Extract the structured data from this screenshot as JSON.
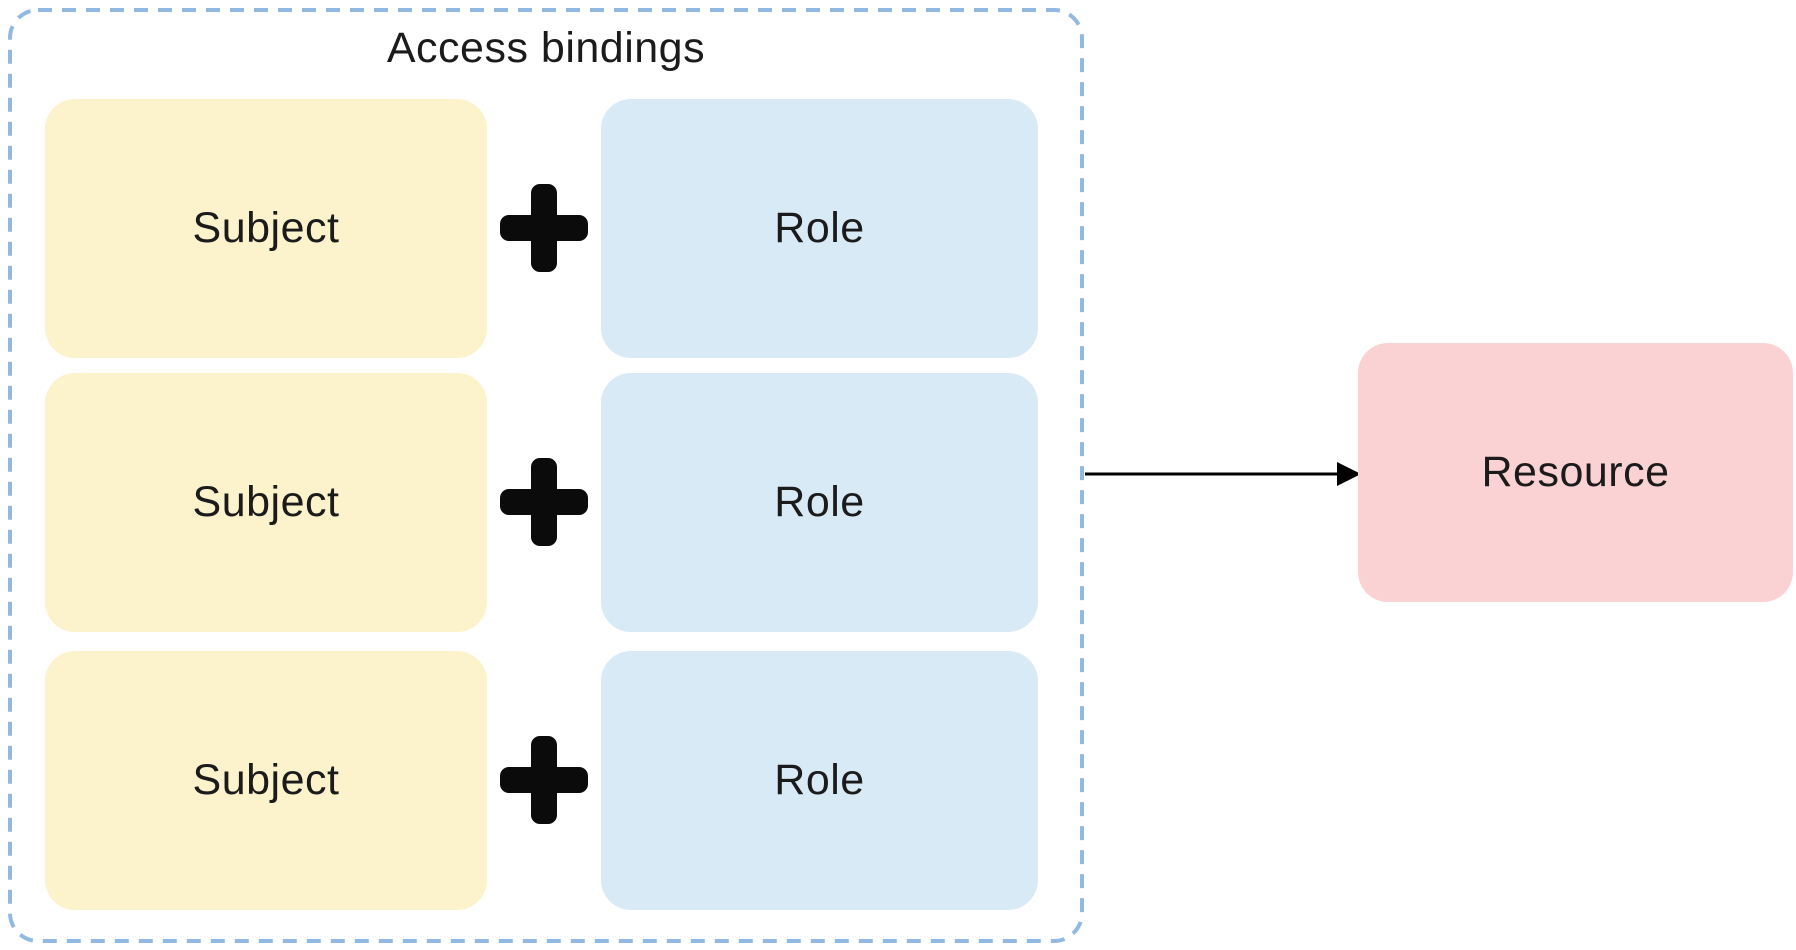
{
  "diagram": {
    "container": {
      "title": "Access bindings",
      "border_color": "#92B9E2"
    },
    "bindings": [
      {
        "subject": "Subject",
        "operator_icon": "plus-icon",
        "role": "Role"
      },
      {
        "subject": "Subject",
        "operator_icon": "plus-icon",
        "role": "Role"
      },
      {
        "subject": "Subject",
        "operator_icon": "plus-icon",
        "role": "Role"
      }
    ],
    "connector": {
      "type": "arrow-right",
      "color": "#000000"
    },
    "resource": {
      "label": "Resource"
    },
    "colors": {
      "subject_bg": "#FCF2CC",
      "role_bg": "#D8EAF6",
      "resource_bg": "#FBD2D3",
      "plus": "#0B0B0B",
      "text": "#1B1B1B",
      "dashed_border": "#92B9E2"
    }
  }
}
